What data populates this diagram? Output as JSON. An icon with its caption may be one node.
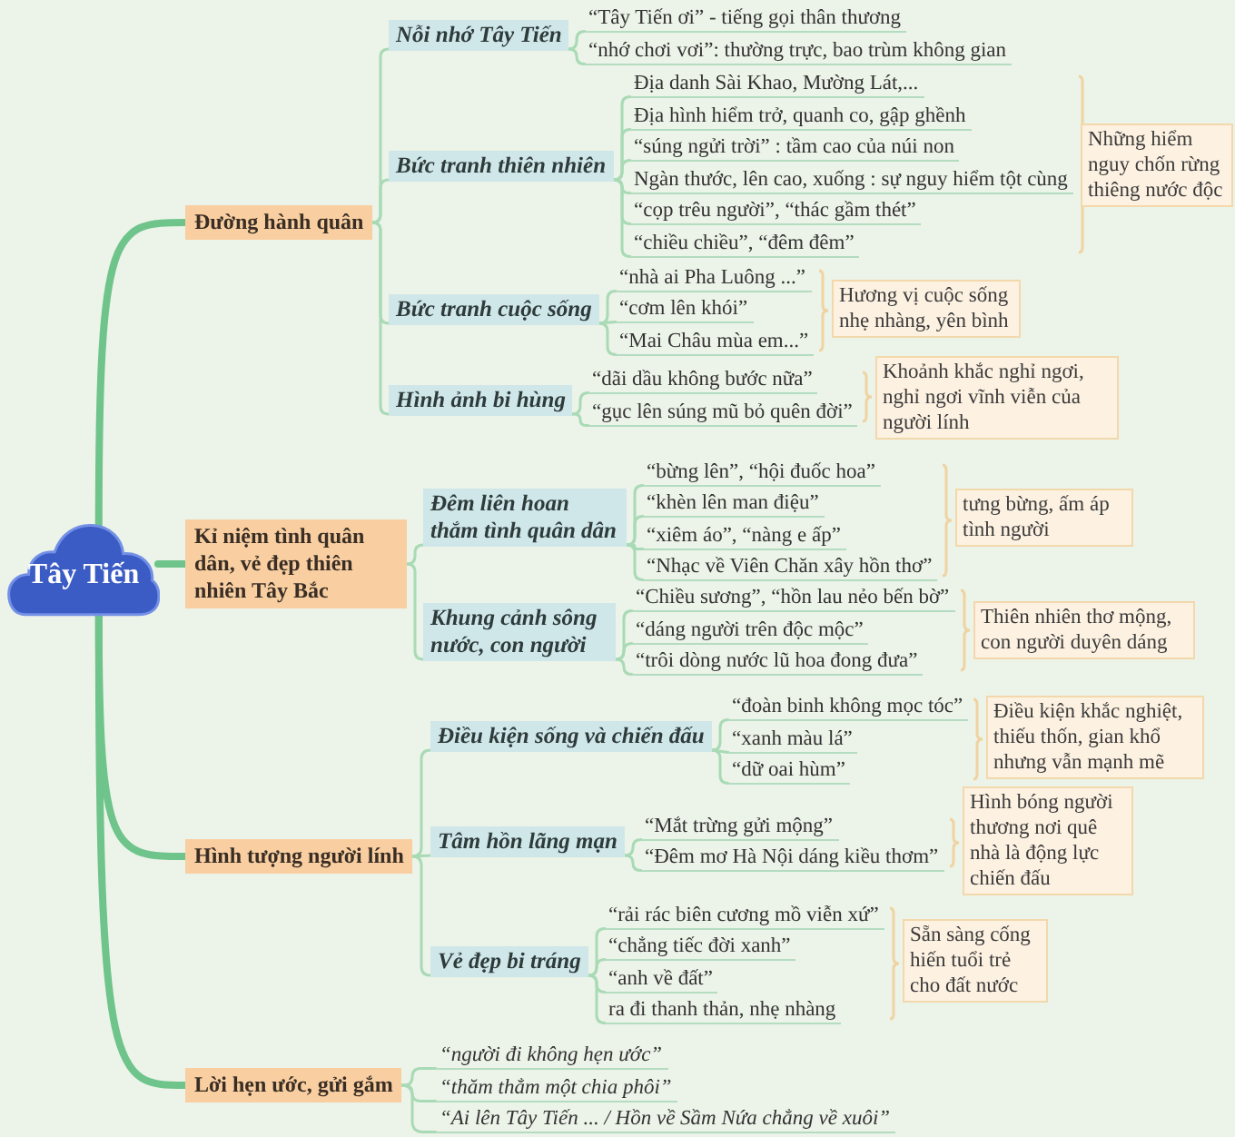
{
  "diagram": {
    "nodes": [
      {
        "text": [
          "Tây Tiến"
        ]
      },
      {
        "text": [
          "Đường hành quân"
        ]
      },
      {
        "text": [
          "Nỗi nhớ Tây Tiến"
        ]
      },
      {
        "text": [
          "“Tây Tiến ơi” - tiếng gọi thân thương"
        ]
      },
      {
        "text": [
          "“nhớ chơi vơi”: thường trực, bao trùm không gian"
        ]
      },
      {
        "text": [
          "Bức tranh thiên nhiên"
        ]
      },
      {
        "text": [
          "Địa danh Sài Khao, Mường Lát,..."
        ]
      },
      {
        "text": [
          "Địa hình hiểm trở, quanh co, gập ghềnh"
        ]
      },
      {
        "text": [
          "“súng ngửi trời” : tầm cao của núi non"
        ]
      },
      {
        "text": [
          "Ngàn thước, lên cao, xuống : sự nguy hiểm tột cùng"
        ]
      },
      {
        "text": [
          "“cọp trêu người”, “thác gầm thét”"
        ]
      },
      {
        "text": [
          "“chiều chiều”, “đêm đêm”"
        ]
      },
      {
        "text": [
          "Những hiểm nguy chốn rừng thiêng nước độc"
        ]
      },
      {
        "text": [
          "Bức tranh cuộc sống"
        ]
      },
      {
        "text": [
          "“nhà ai Pha Luông ...”"
        ]
      },
      {
        "text": [
          "“cơm lên khói”"
        ]
      },
      {
        "text": [
          "“Mai Châu mùa em...”"
        ]
      },
      {
        "text": [
          "Hương vị cuộc sống nhẹ nhàng, yên bình"
        ]
      },
      {
        "text": [
          "Hình ảnh bi hùng"
        ]
      },
      {
        "text": [
          "“dãi dầu không bước nữa”"
        ]
      },
      {
        "text": [
          "“gục lên súng mũ bỏ quên đời”"
        ]
      },
      {
        "text": [
          "Khoảnh khắc nghỉ ngơi, nghỉ ngơi vĩnh viễn của người lính"
        ]
      },
      {
        "text": [
          "Kỉ niệm tình quân dân, vẻ đẹp thiên nhiên Tây Bắc"
        ]
      },
      {
        "text": [
          "Đêm liên hoan thắm tình quân dân"
        ]
      },
      {
        "text": [
          "“bừng lên”, “hội đuốc hoa”"
        ]
      },
      {
        "text": [
          "“khèn lên man điệu”"
        ]
      },
      {
        "text": [
          "“xiêm áo”, “nàng e ấp”"
        ]
      },
      {
        "text": [
          "“Nhạc về Viên Chăn xây hồn thơ”"
        ]
      },
      {
        "text": [
          "tưng bừng, ấm áp tình người"
        ]
      },
      {
        "text": [
          "Khung cảnh sông nước, con người"
        ]
      },
      {
        "text": [
          "“Chiều sương”, “hồn lau nẻo bến bờ”"
        ]
      },
      {
        "text": [
          "“dáng người trên độc mộc”"
        ]
      },
      {
        "text": [
          "“trôi dòng nước lũ hoa đong đưa”"
        ]
      },
      {
        "text": [
          "Thiên nhiên thơ mộng, con người duyên dáng"
        ]
      },
      {
        "text": [
          "Hình tượng người lính"
        ]
      },
      {
        "text": [
          "Điều kiện sống và chiến đấu"
        ]
      },
      {
        "text": [
          "“đoàn binh không mọc tóc”"
        ]
      },
      {
        "text": [
          "“xanh màu lá”"
        ]
      },
      {
        "text": [
          "“dữ oai hùm”"
        ]
      },
      {
        "text": [
          "Điều kiện khắc nghiệt, thiếu thốn, gian khổ nhưng vẫn mạnh mẽ"
        ]
      },
      {
        "text": [
          "Tâm hồn lãng mạn"
        ]
      },
      {
        "text": [
          "“Mắt trừng gửi mộng”"
        ]
      },
      {
        "text": [
          "“Đêm mơ Hà Nội dáng kiều thơm”"
        ]
      },
      {
        "text": [
          "Hình bóng người thương nơi quê nhà là động lực chiến đấu"
        ]
      },
      {
        "text": [
          "Vẻ đẹp bi tráng"
        ]
      },
      {
        "text": [
          "“rải rác biên cương mồ viễn xứ”"
        ]
      },
      {
        "text": [
          "“chẳng tiếc đời xanh”"
        ]
      },
      {
        "text": [
          "“anh về đất”"
        ]
      },
      {
        "text": [
          "ra đi thanh thản, nhẹ nhàng"
        ]
      },
      {
        "text": [
          "Sẵn sàng cống hiến tuổi trẻ cho đất nước"
        ]
      },
      {
        "text": [
          "Lời hẹn ước, gửi gắm"
        ]
      },
      {
        "text": [
          "“người đi không hẹn ước”"
        ]
      },
      {
        "text": [
          "“thăm thẳm một chia phôi”"
        ]
      },
      {
        "text": [
          "“Ai lên Tây Tiến ... / Hồn về Sầm Nứa chẳng về xuôi”"
        ]
      }
    ],
    "edges": [
      {
        "from": 0,
        "to": 1,
        "arrow": "none",
        "style": "thick",
        "color": "#6ec48a"
      },
      {
        "from": 0,
        "to": 22,
        "arrow": "none",
        "style": "thick",
        "color": "#6ec48a"
      },
      {
        "from": 0,
        "to": 34,
        "arrow": "none",
        "style": "thick",
        "color": "#6ec48a"
      },
      {
        "from": 0,
        "to": 50,
        "arrow": "none",
        "style": "thick",
        "color": "#6ec48a"
      },
      {
        "from": 1,
        "to": 2,
        "arrow": "none"
      },
      {
        "from": 1,
        "to": 5,
        "arrow": "none"
      },
      {
        "from": 1,
        "to": 13,
        "arrow": "none"
      },
      {
        "from": 1,
        "to": 18,
        "arrow": "none"
      },
      {
        "from": 2,
        "to": 3,
        "arrow": "none"
      },
      {
        "from": 2,
        "to": 4,
        "arrow": "none"
      },
      {
        "from": 5,
        "to": 6,
        "arrow": "none"
      },
      {
        "from": 5,
        "to": 7,
        "arrow": "none"
      },
      {
        "from": 5,
        "to": 8,
        "arrow": "none"
      },
      {
        "from": 5,
        "to": 9,
        "arrow": "none"
      },
      {
        "from": 5,
        "to": 10,
        "arrow": "none"
      },
      {
        "from": 5,
        "to": 11,
        "arrow": "none"
      },
      {
        "from": 13,
        "to": 14,
        "arrow": "none"
      },
      {
        "from": 13,
        "to": 15,
        "arrow": "none"
      },
      {
        "from": 13,
        "to": 16,
        "arrow": "none"
      },
      {
        "from": 18,
        "to": 19,
        "arrow": "none"
      },
      {
        "from": 18,
        "to": 20,
        "arrow": "none"
      },
      {
        "from": 22,
        "to": 23,
        "arrow": "none"
      },
      {
        "from": 22,
        "to": 29,
        "arrow": "none"
      },
      {
        "from": 23,
        "to": 24,
        "arrow": "none"
      },
      {
        "from": 23,
        "to": 25,
        "arrow": "none"
      },
      {
        "from": 23,
        "to": 26,
        "arrow": "none"
      },
      {
        "from": 23,
        "to": 27,
        "arrow": "none"
      },
      {
        "from": 29,
        "to": 30,
        "arrow": "none"
      },
      {
        "from": 29,
        "to": 31,
        "arrow": "none"
      },
      {
        "from": 29,
        "to": 32,
        "arrow": "none"
      },
      {
        "from": 34,
        "to": 35,
        "arrow": "none"
      },
      {
        "from": 34,
        "to": 40,
        "arrow": "none"
      },
      {
        "from": 34,
        "to": 44,
        "arrow": "none"
      },
      {
        "from": 35,
        "to": 36,
        "arrow": "none"
      },
      {
        "from": 35,
        "to": 37,
        "arrow": "none"
      },
      {
        "from": 35,
        "to": 38,
        "arrow": "none"
      },
      {
        "from": 40,
        "to": 41,
        "arrow": "none"
      },
      {
        "from": 40,
        "to": 42,
        "arrow": "none"
      },
      {
        "from": 44,
        "to": 45,
        "arrow": "none"
      },
      {
        "from": 44,
        "to": 46,
        "arrow": "none"
      },
      {
        "from": 44,
        "to": 47,
        "arrow": "none"
      },
      {
        "from": 44,
        "to": 48,
        "arrow": "none"
      },
      {
        "from": 50,
        "to": 51,
        "arrow": "none"
      },
      {
        "from": 50,
        "to": 52,
        "arrow": "none"
      },
      {
        "from": 50,
        "to": 53,
        "arrow": "none"
      }
    ]
  }
}
